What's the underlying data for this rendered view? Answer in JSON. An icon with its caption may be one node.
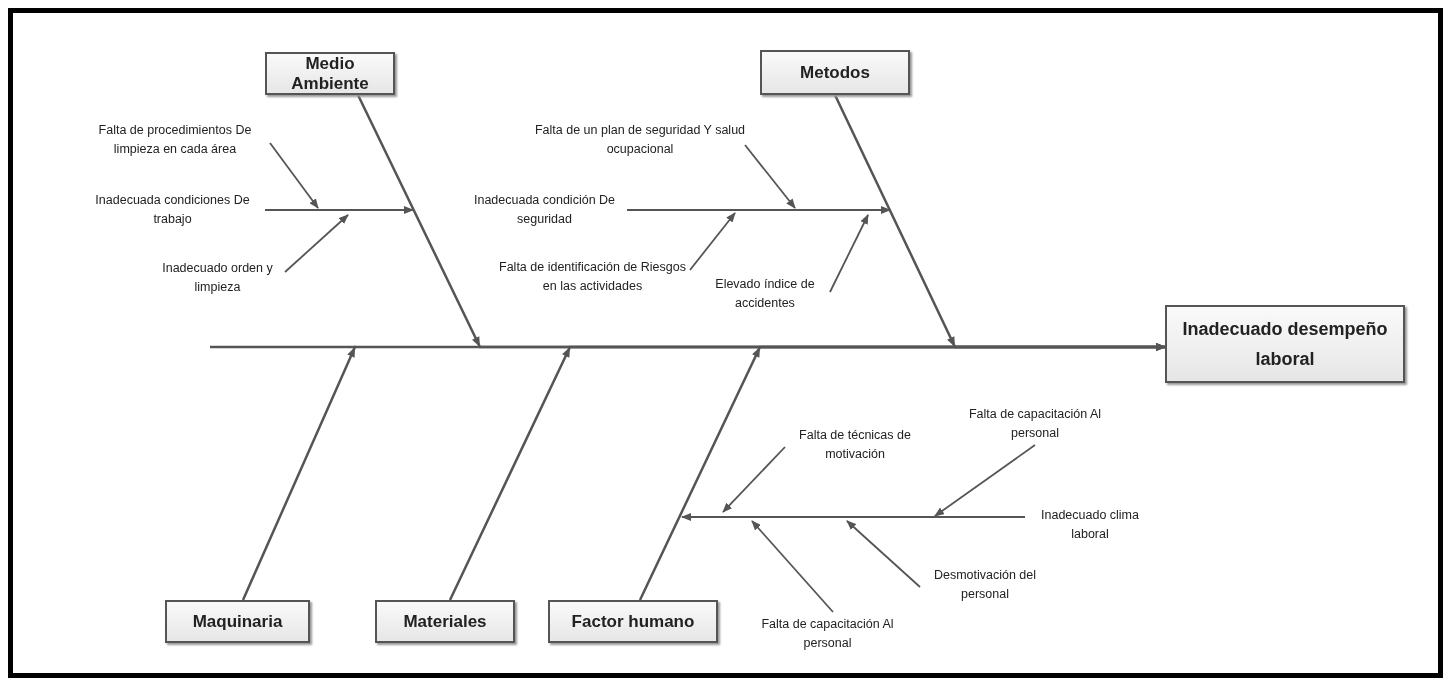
{
  "diagram": {
    "nodes": [
      {
        "text": [
          "Medio Ambiente"
        ]
      },
      {
        "text": [
          "Metodos"
        ]
      },
      {
        "text": [
          "Falta de procedimientos De limpieza en cada área"
        ]
      },
      {
        "text": [
          "Inadecuada condiciones De trabajo"
        ]
      },
      {
        "text": [
          "Inadecuado orden y limpieza"
        ]
      },
      {
        "text": [
          "Falta de un plan de seguridad Y salud ocupacional"
        ]
      },
      {
        "text": [
          "Inadecuada condición De seguridad"
        ]
      },
      {
        "text": [
          "Falta de identificación de Riesgos en las actividades"
        ]
      },
      {
        "text": [
          "Elevado índice de accidentes"
        ]
      },
      {
        "text": [
          "Inadecuado desempeño laboral"
        ]
      },
      {
        "text": [
          "Falta de técnicas de motivación"
        ]
      },
      {
        "text": [
          "Falta de capacitación Al personal"
        ]
      },
      {
        "text": [
          "Inadecuado clima laboral"
        ]
      },
      {
        "text": [
          "Desmotivación del personal"
        ]
      },
      {
        "text": [
          "Maquinaria"
        ]
      },
      {
        "text": [
          "Materiales"
        ]
      },
      {
        "text": [
          "Factor humano"
        ]
      },
      {
        "text": [
          "Falta de capacitación Al personal"
        ]
      }
    ],
    "edges": [
      {
        "from": 0,
        "to": 9,
        "arrow": "to"
      },
      {
        "from": 1,
        "to": 9,
        "arrow": "to"
      },
      {
        "from": 14,
        "to": 9,
        "arrow": "to"
      },
      {
        "from": 15,
        "to": 9,
        "arrow": "to"
      },
      {
        "from": 16,
        "to": 9,
        "arrow": "to"
      },
      {
        "from": 2,
        "to": null,
        "arrow": "to"
      },
      {
        "from": 3,
        "to": null,
        "arrow": "to"
      },
      {
        "from": 4,
        "to": null,
        "arrow": "to"
      },
      {
        "from": 5,
        "to": null,
        "arrow": "to"
      },
      {
        "from": 6,
        "to": null,
        "arrow": "to"
      },
      {
        "from": 7,
        "to": null,
        "arrow": "to"
      },
      {
        "from": 8,
        "to": null,
        "arrow": "to"
      },
      {
        "from": 12,
        "to": null,
        "arrow": "to"
      },
      {
        "from": 10,
        "to": null,
        "arrow": "to"
      },
      {
        "from": 11,
        "to": null,
        "arrow": "to"
      },
      {
        "from": 17,
        "to": null,
        "arrow": "to"
      },
      {
        "from": 13,
        "to": null,
        "arrow": "to"
      }
    ]
  }
}
